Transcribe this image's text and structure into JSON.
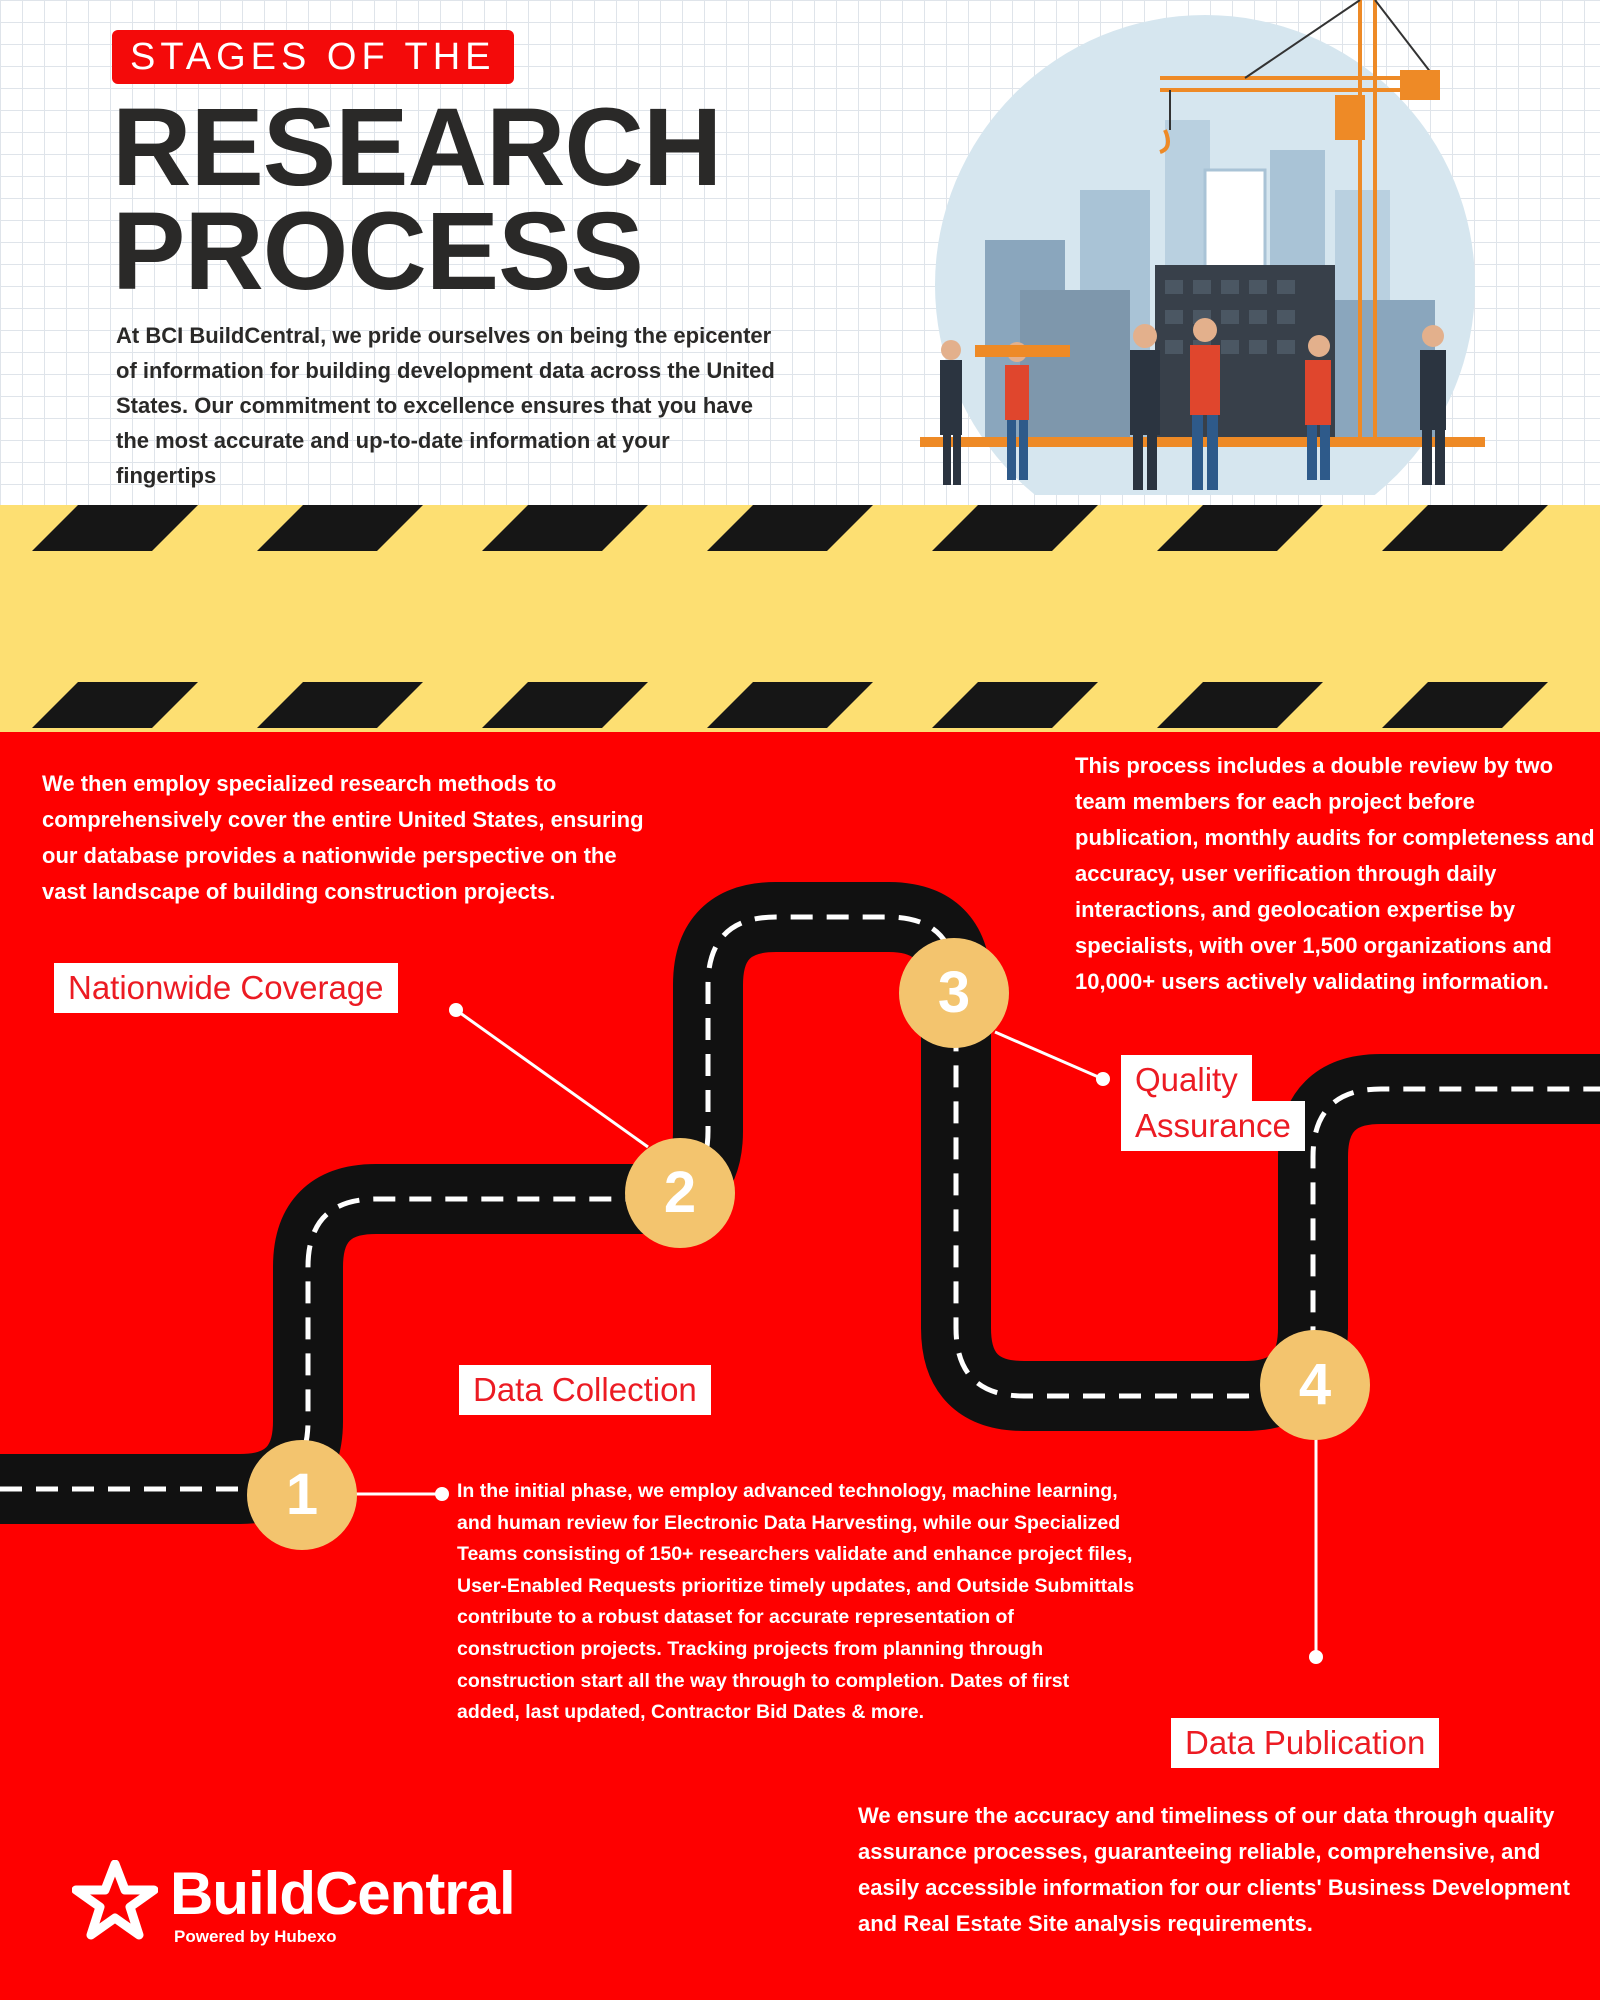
{
  "header": {
    "kicker": "STAGES OF THE",
    "title_line1": "RESEARCH",
    "title_line2": "PROCESS",
    "intro": "At BCI BuildCentral, we pride ourselves on being the epicenter of information for building development data across the United States. Our commitment to excellence ensures that you have the most accurate and up-to-date information at your fingertips"
  },
  "stages": [
    {
      "number": "1",
      "label": "Data Collection",
      "description": "In the initial phase, we employ advanced technology, machine learning, and human review for Electronic Data Harvesting, while our Specialized Teams consisting of 150+ researchers validate and enhance project files, User-Enabled Requests prioritize timely updates, and Outside Submittals contribute to a robust dataset for accurate representation of construction projects. Tracking projects from planning through construction start all the way through to completion. Dates of first added, last updated, Contractor Bid Dates & more."
    },
    {
      "number": "2",
      "label": "Nationwide Coverage",
      "description": "We then employ specialized research methods to comprehensively cover the entire United States, ensuring our database provides a nationwide perspective on the vast landscape of building construction projects."
    },
    {
      "number": "3",
      "label_line1": "Quality",
      "label_line2": "Assurance",
      "description": "This process includes a double review by two team members for each project before publication, monthly audits for completeness and accuracy, user verification through daily interactions, and geolocation expertise by specialists, with over 1,500 organizations and 10,000+ users actively validating information."
    },
    {
      "number": "4",
      "label": "Data Publication",
      "description": "We ensure the accuracy and timeliness of our data through quality assurance processes, guaranteeing reliable, comprehensive, and easily accessible information for our clients' Business Development and Real Estate Site analysis requirements."
    }
  ],
  "brand": {
    "name": "BuildCentral",
    "tagline": "Powered by Hubexo"
  },
  "colors": {
    "red": "#fe0000",
    "hazard_yellow": "#fddf72",
    "badge": "#f3c46e",
    "dark": "#2a2928",
    "label_text": "#ec1b23"
  }
}
